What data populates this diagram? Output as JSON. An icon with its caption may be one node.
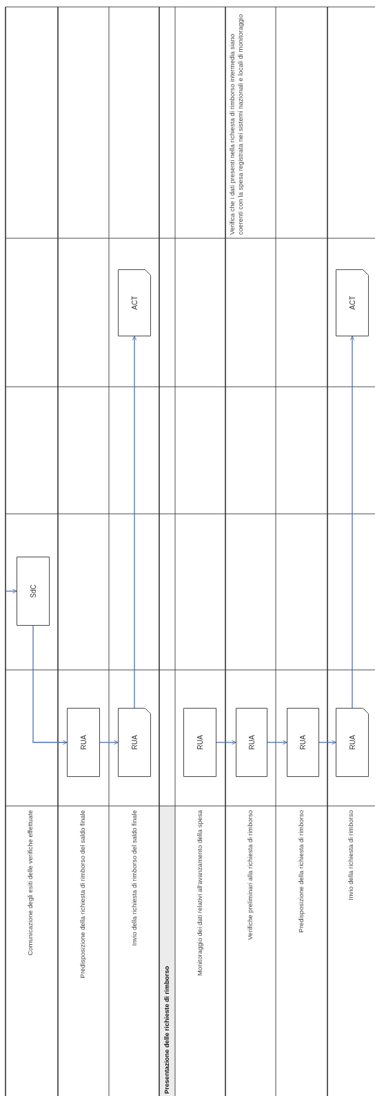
{
  "diagram": {
    "nodes": [
      {
        "text": [
          "SdC"
        ]
      },
      {
        "text": [
          "RUA"
        ]
      },
      {
        "text": [
          "RUA"
        ]
      },
      {
        "text": [
          "ACT"
        ]
      },
      {
        "text": [
          "RUA"
        ]
      },
      {
        "text": [
          "RUA"
        ]
      },
      {
        "text": [
          "RUA"
        ]
      },
      {
        "text": [
          "RUA"
        ]
      },
      {
        "text": [
          "ACT"
        ]
      }
    ],
    "edges": [
      {
        "from": null,
        "to": 0,
        "arrow": "to"
      },
      {
        "from": 0,
        "to": 1,
        "arrow": "to"
      },
      {
        "from": 1,
        "to": 2,
        "arrow": "to"
      },
      {
        "from": 2,
        "to": 3,
        "arrow": "to"
      },
      {
        "from": 4,
        "to": 5,
        "arrow": "to"
      },
      {
        "from": 5,
        "to": 6,
        "arrow": "to"
      },
      {
        "from": 6,
        "to": 7,
        "arrow": "to"
      },
      {
        "from": 7,
        "to": 8,
        "arrow": "to"
      }
    ],
    "labels": [
      "Comunicazione degli esiti delle verifiche effettuate",
      "Predisposizione della richiesta di rimborso del saldo finale",
      "Invio della richiesta di rimborso del saldo finale",
      "Presentazione delle richieste di rimborso",
      "Monitoraggio dei dati relativi all'avanzamento della spesa",
      "Verifiche preliminari alla richiesta di rimborso",
      "Verifica che i dati presenti nella richiesta di rimborso intermedia siano coerenti con la spesa registrata nei sistemi nazionali e locali di monitoraggio",
      "Predisposizione della richiesta di rimborso",
      "Invio della richiesta di rimborso"
    ]
  }
}
